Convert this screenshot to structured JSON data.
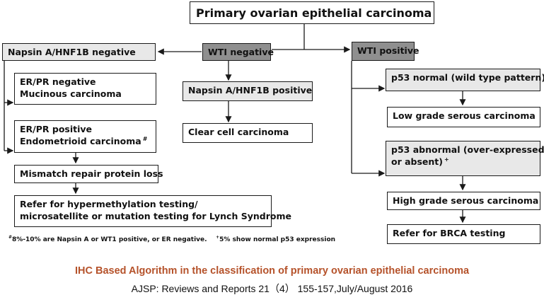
{
  "diagram": {
    "root": "Primary ovarian epithelial carcinoma",
    "wt1_negative": "WTI negative",
    "wt1_positive": "WTI positive",
    "napsin_negative": "Napsin A/HNF1B negative",
    "napsin_positive": "Napsin A/HNF1B positive",
    "clear_cell": "Clear cell carcinoma",
    "erpr_negative_line1": "ER/PR negative",
    "erpr_negative_line2": "Mucinous carcinoma",
    "erpr_positive_line1": "ER/PR positive",
    "erpr_positive_line2": "Endometrioid carcinoma",
    "erpr_positive_mark": "#",
    "mismatch": "Mismatch repair protein loss",
    "refer_lynch_line1": "Refer for hypermethylation testing/",
    "refer_lynch_line2": "microsatellite or mutation testing for Lynch Syndrome",
    "p53_normal": "p53 normal (wild type pattern)",
    "low_grade": "Low grade serous carcinoma",
    "p53_abnormal_line1": "p53 abnormal (over-expressed",
    "p53_abnormal_line2": "or absent)",
    "p53_abnormal_mark": "+",
    "high_grade": "High grade serous carcinoma",
    "refer_brca": "Refer for BRCA testing"
  },
  "footnote": {
    "mark1": "#",
    "text1": "8%-10% are Napsin A or WT1 positive, or ER negative.",
    "mark2": "+",
    "text2": "5% show normal p53 expression"
  },
  "caption": {
    "title": "IHC Based Algorithm in the classification of primary ovarian epithelial carcinoma",
    "source": "AJSP: Reviews and Reports 21（4） 155-157,July/August 2016"
  },
  "colors": {
    "line": "#1a1a1a",
    "box_gray": "#e8e8e8",
    "box_dark": "#8f8f8f",
    "caption_title": "#b5522a"
  }
}
